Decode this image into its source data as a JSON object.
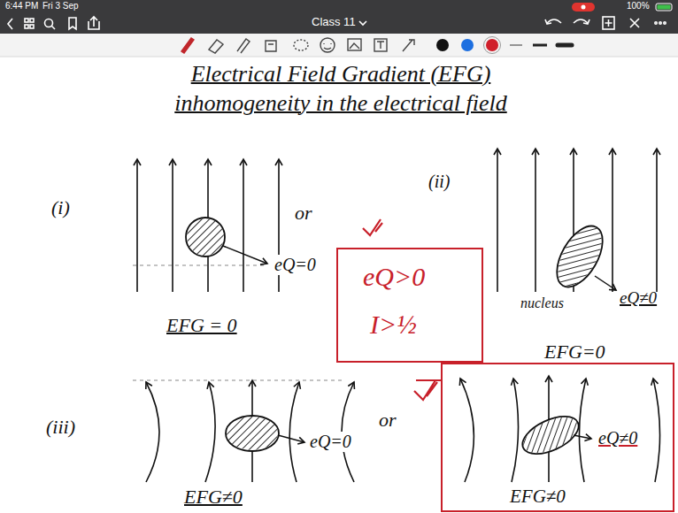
{
  "diagram": {
    "title": "Electrical Field Gradient (EFG) inhomogeneity in the electrical field",
    "nodes": [
      {
        "text": [
          "eQ>0",
          "I>½"
        ]
      },
      {
        "text": [
          "eQ≠0",
          "EFG≠0"
        ]
      }
    ],
    "labels": [
      "6:44 PM",
      "Fri 3 Sep",
      "Class 11",
      "100%",
      "(i)",
      "eQ=0",
      "EFG = 0",
      "or",
      "(ii)",
      "nucleus",
      "eQ≠0",
      "EFG=0",
      "(iii)",
      "eQ=0",
      "EFG≠0",
      "or"
    ]
  }
}
